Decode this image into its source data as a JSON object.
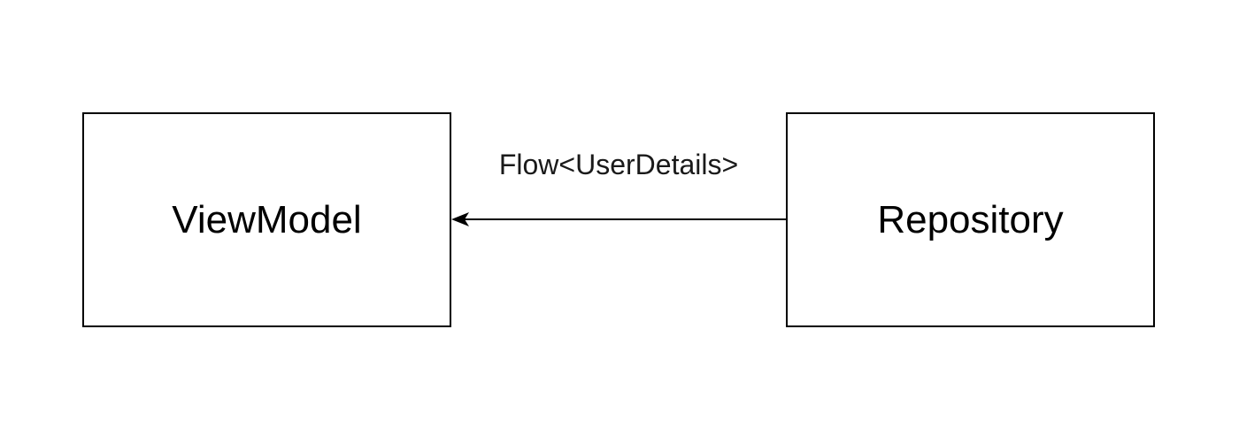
{
  "nodes": {
    "viewmodel": {
      "label": "ViewModel"
    },
    "repository": {
      "label": "Repository"
    }
  },
  "edges": [
    {
      "from": "Repository",
      "to": "ViewModel",
      "label": "Flow<UserDetails>"
    }
  ],
  "colors": {
    "stroke": "#000000",
    "background": "#ffffff"
  }
}
